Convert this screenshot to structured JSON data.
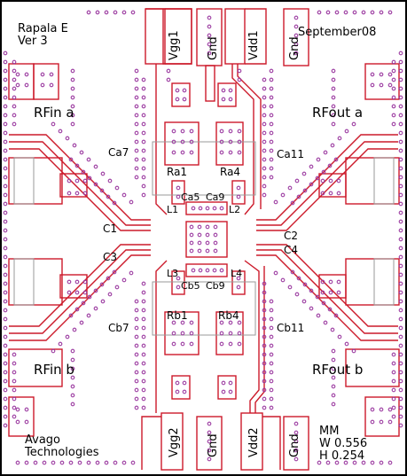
{
  "board": {
    "name_line1": "Rapala E",
    "name_line2": "Ver 3",
    "date": "September08",
    "maker_line1": "Avago",
    "maker_line2": "Technologies",
    "dims_line1": "MM",
    "dims_line2": "W  0.556",
    "dims_line3": "H  0.254"
  },
  "ports": {
    "rfin_a": "RFin  a",
    "rfout_a": "RFout  a",
    "rfin_b": "RFin  b",
    "rfout_b": "RFout  b"
  },
  "pads": {
    "vgg1": "Vgg1",
    "gnd_top1": "Gnd",
    "vdd1": "Vdd1",
    "gnd_top2": "Gnd",
    "vgg2": "Vgg2",
    "gnd_bot1": "Gnd",
    "vdd2": "Vdd2",
    "gnd_bot2": "Gnd"
  },
  "components": {
    "ca7": "Ca7",
    "ca11": "Ca11",
    "ra1": "Ra1",
    "ra4": "Ra4",
    "ca5": "Ca5",
    "ca9": "Ca9",
    "l1": "L1",
    "l2": "L2",
    "c1": "C1",
    "c2": "C2",
    "c3": "C3",
    "c4": "C4",
    "l3": "L3",
    "l4": "L4",
    "cb5": "Cb5",
    "cb9": "Cb9",
    "cb7": "Cb7",
    "cb11": "Cb11",
    "rb1": "Rb1",
    "rb4": "Rb4"
  },
  "colors": {
    "metal": "#cc1a2a",
    "via": "#9b3aa0",
    "outline": "#9a9a9a",
    "text": "#000000"
  }
}
